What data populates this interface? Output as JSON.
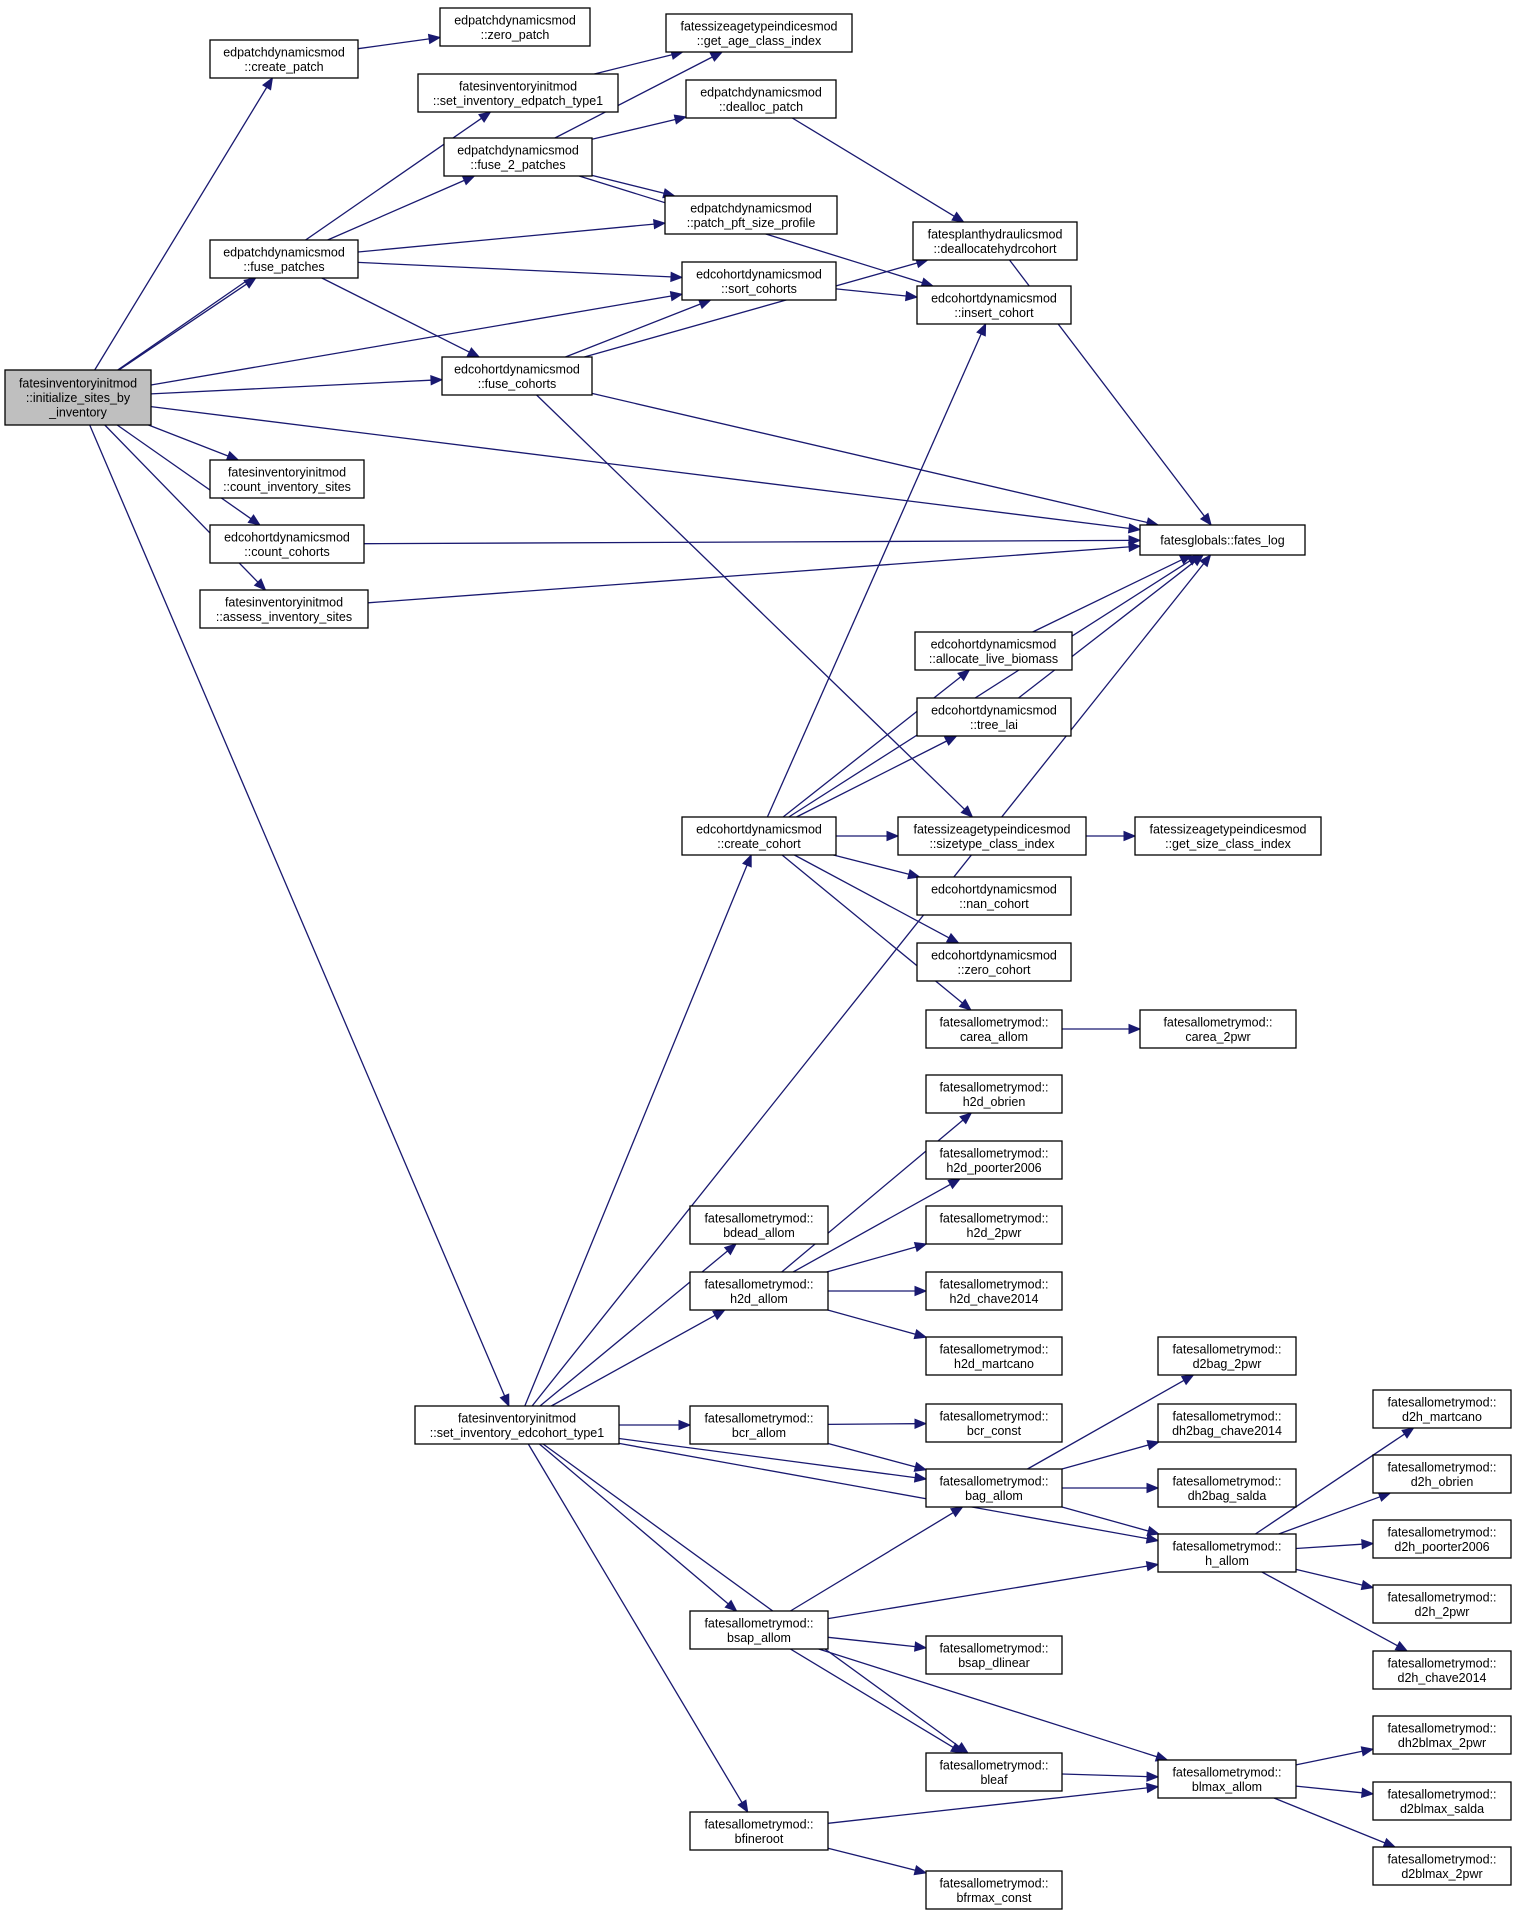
{
  "nodes": [
    {
      "id": "root",
      "lines": [
        "fatesinventoryinitmod",
        "::initialize_sites_by",
        "_inventory"
      ],
      "root": true
    },
    {
      "id": "create_patch",
      "lines": [
        "edpatchdynamicsmod",
        "::create_patch"
      ]
    },
    {
      "id": "zero_patch",
      "lines": [
        "edpatchdynamicsmod",
        "::zero_patch"
      ]
    },
    {
      "id": "set_edpatch",
      "lines": [
        "fatesinventoryinitmod",
        "::set_inventory_edpatch_type1"
      ]
    },
    {
      "id": "get_age_class",
      "lines": [
        "fatessizeagetypeindicesmod",
        "::get_age_class_index"
      ]
    },
    {
      "id": "dealloc_patch",
      "lines": [
        "edpatchdynamicsmod",
        "::dealloc_patch"
      ]
    },
    {
      "id": "fuse_2_patches",
      "lines": [
        "edpatchdynamicsmod",
        "::fuse_2_patches"
      ]
    },
    {
      "id": "patch_pft",
      "lines": [
        "edpatchdynamicsmod",
        "::patch_pft_size_profile"
      ]
    },
    {
      "id": "dealloc_hydr",
      "lines": [
        "fatesplanthydraulicsmod",
        "::deallocatehydrcohort"
      ]
    },
    {
      "id": "fuse_patches",
      "lines": [
        "edpatchdynamicsmod",
        "::fuse_patches"
      ]
    },
    {
      "id": "sort_cohorts",
      "lines": [
        "edcohortdynamicsmod",
        "::sort_cohorts"
      ]
    },
    {
      "id": "insert_cohort",
      "lines": [
        "edcohortdynamicsmod",
        "::insert_cohort"
      ]
    },
    {
      "id": "fuse_cohorts",
      "lines": [
        "edcohortdynamicsmod",
        "::fuse_cohorts"
      ]
    },
    {
      "id": "count_inv_sites",
      "lines": [
        "fatesinventoryinitmod",
        "::count_inventory_sites"
      ]
    },
    {
      "id": "count_cohorts",
      "lines": [
        "edcohortdynamicsmod",
        "::count_cohorts"
      ]
    },
    {
      "id": "fates_log",
      "lines": [
        "fatesglobals::fates_log"
      ]
    },
    {
      "id": "assess_inv",
      "lines": [
        "fatesinventoryinitmod",
        "::assess_inventory_sites"
      ]
    },
    {
      "id": "alloc_live",
      "lines": [
        "edcohortdynamicsmod",
        "::allocate_live_biomass"
      ]
    },
    {
      "id": "tree_lai",
      "lines": [
        "edcohortdynamicsmod",
        "::tree_lai"
      ]
    },
    {
      "id": "create_cohort",
      "lines": [
        "edcohortdynamicsmod",
        "::create_cohort"
      ]
    },
    {
      "id": "sizetype",
      "lines": [
        "fatessizeagetypeindicesmod",
        "::sizetype_class_index"
      ]
    },
    {
      "id": "get_size_class",
      "lines": [
        "fatessizeagetypeindicesmod",
        "::get_size_class_index"
      ]
    },
    {
      "id": "nan_cohort",
      "lines": [
        "edcohortdynamicsmod",
        "::nan_cohort"
      ]
    },
    {
      "id": "zero_cohort",
      "lines": [
        "edcohortdynamicsmod",
        "::zero_cohort"
      ]
    },
    {
      "id": "carea_allom",
      "lines": [
        "fatesallometrymod::",
        "carea_allom"
      ]
    },
    {
      "id": "carea_2pwr",
      "lines": [
        "fatesallometrymod::",
        "carea_2pwr"
      ]
    },
    {
      "id": "h2d_obrien",
      "lines": [
        "fatesallometrymod::",
        "h2d_obrien"
      ]
    },
    {
      "id": "h2d_poorter",
      "lines": [
        "fatesallometrymod::",
        "h2d_poorter2006"
      ]
    },
    {
      "id": "h2d_2pwr",
      "lines": [
        "fatesallometrymod::",
        "h2d_2pwr"
      ]
    },
    {
      "id": "bdead_allom",
      "lines": [
        "fatesallometrymod::",
        "bdead_allom"
      ]
    },
    {
      "id": "h2d_allom",
      "lines": [
        "fatesallometrymod::",
        "h2d_allom"
      ]
    },
    {
      "id": "h2d_chave",
      "lines": [
        "fatesallometrymod::",
        "h2d_chave2014"
      ]
    },
    {
      "id": "h2d_martcano",
      "lines": [
        "fatesallometrymod::",
        "h2d_martcano"
      ]
    },
    {
      "id": "d2bag_2pwr",
      "lines": [
        "fatesallometrymod::",
        "d2bag_2pwr"
      ]
    },
    {
      "id": "set_edcohort",
      "lines": [
        "fatesinventoryinitmod",
        "::set_inventory_edcohort_type1"
      ]
    },
    {
      "id": "bcr_allom",
      "lines": [
        "fatesallometrymod::",
        "bcr_allom"
      ]
    },
    {
      "id": "bcr_const",
      "lines": [
        "fatesallometrymod::",
        "bcr_const"
      ]
    },
    {
      "id": "dh2bag_chave",
      "lines": [
        "fatesallometrymod::",
        "dh2bag_chave2014"
      ]
    },
    {
      "id": "d2h_martcano",
      "lines": [
        "fatesallometrymod::",
        "d2h_martcano"
      ]
    },
    {
      "id": "bag_allom",
      "lines": [
        "fatesallometrymod::",
        "bag_allom"
      ]
    },
    {
      "id": "dh2bag_salda",
      "lines": [
        "fatesallometrymod::",
        "dh2bag_salda"
      ]
    },
    {
      "id": "d2h_obrien",
      "lines": [
        "fatesallometrymod::",
        "d2h_obrien"
      ]
    },
    {
      "id": "h_allom",
      "lines": [
        "fatesallometrymod::",
        "h_allom"
      ]
    },
    {
      "id": "d2h_poorter",
      "lines": [
        "fatesallometrymod::",
        "d2h_poorter2006"
      ]
    },
    {
      "id": "d2h_2pwr",
      "lines": [
        "fatesallometrymod::",
        "d2h_2pwr"
      ]
    },
    {
      "id": "bsap_allom",
      "lines": [
        "fatesallometrymod::",
        "bsap_allom"
      ]
    },
    {
      "id": "bsap_dlinear",
      "lines": [
        "fatesallometrymod::",
        "bsap_dlinear"
      ]
    },
    {
      "id": "d2h_chave",
      "lines": [
        "fatesallometrymod::",
        "d2h_chave2014"
      ]
    },
    {
      "id": "dh2blmax_2pwr",
      "lines": [
        "fatesallometrymod::",
        "dh2blmax_2pwr"
      ]
    },
    {
      "id": "bleaf",
      "lines": [
        "fatesallometrymod::",
        "bleaf"
      ]
    },
    {
      "id": "blmax_allom",
      "lines": [
        "fatesallometrymod::",
        "blmax_allom"
      ]
    },
    {
      "id": "d2blmax_salda",
      "lines": [
        "fatesallometrymod::",
        "d2blmax_salda"
      ]
    },
    {
      "id": "bfineroot",
      "lines": [
        "fatesallometrymod::",
        "bfineroot"
      ]
    },
    {
      "id": "d2blmax_2pwr",
      "lines": [
        "fatesallometrymod::",
        "d2blmax_2pwr"
      ]
    },
    {
      "id": "bfrmax_const",
      "lines": [
        "fatesallometrymod::",
        "bfrmax_const"
      ]
    }
  ],
  "edges": [
    [
      "root",
      "create_patch"
    ],
    [
      "root",
      "set_edpatch"
    ],
    [
      "root",
      "fuse_patches"
    ],
    [
      "root",
      "sort_cohorts"
    ],
    [
      "root",
      "fuse_cohorts"
    ],
    [
      "root",
      "fates_log"
    ],
    [
      "root",
      "count_inv_sites"
    ],
    [
      "root",
      "count_cohorts"
    ],
    [
      "root",
      "assess_inv"
    ],
    [
      "root",
      "set_edcohort"
    ],
    [
      "create_patch",
      "zero_patch"
    ],
    [
      "set_edpatch",
      "get_age_class"
    ],
    [
      "fuse_2_patches",
      "get_age_class"
    ],
    [
      "fuse_2_patches",
      "dealloc_patch"
    ],
    [
      "fuse_2_patches",
      "patch_pft"
    ],
    [
      "fuse_2_patches",
      "insert_cohort"
    ],
    [
      "dealloc_patch",
      "dealloc_hydr"
    ],
    [
      "fuse_patches",
      "fuse_2_patches"
    ],
    [
      "fuse_patches",
      "patch_pft"
    ],
    [
      "fuse_patches",
      "sort_cohorts"
    ],
    [
      "fuse_patches",
      "fuse_cohorts"
    ],
    [
      "sort_cohorts",
      "insert_cohort"
    ],
    [
      "fuse_cohorts",
      "sort_cohorts"
    ],
    [
      "fuse_cohorts",
      "dealloc_hydr"
    ],
    [
      "fuse_cohorts",
      "fates_log"
    ],
    [
      "fuse_cohorts",
      "sizetype"
    ],
    [
      "dealloc_hydr",
      "fates_log"
    ],
    [
      "count_cohorts",
      "fates_log"
    ],
    [
      "assess_inv",
      "fates_log"
    ],
    [
      "alloc_live",
      "fates_log"
    ],
    [
      "tree_lai",
      "fates_log"
    ],
    [
      "create_cohort",
      "insert_cohort"
    ],
    [
      "create_cohort",
      "alloc_live"
    ],
    [
      "create_cohort",
      "tree_lai"
    ],
    [
      "create_cohort",
      "fates_log"
    ],
    [
      "create_cohort",
      "sizetype"
    ],
    [
      "create_cohort",
      "nan_cohort"
    ],
    [
      "create_cohort",
      "zero_cohort"
    ],
    [
      "create_cohort",
      "carea_allom"
    ],
    [
      "sizetype",
      "get_size_class"
    ],
    [
      "carea_allom",
      "carea_2pwr"
    ],
    [
      "set_edcohort",
      "fates_log"
    ],
    [
      "set_edcohort",
      "create_cohort"
    ],
    [
      "set_edcohort",
      "bdead_allom"
    ],
    [
      "set_edcohort",
      "h2d_allom"
    ],
    [
      "set_edcohort",
      "bcr_allom"
    ],
    [
      "set_edcohort",
      "bag_allom"
    ],
    [
      "set_edcohort",
      "h_allom"
    ],
    [
      "set_edcohort",
      "bsap_allom"
    ],
    [
      "set_edcohort",
      "bleaf"
    ],
    [
      "set_edcohort",
      "bfineroot"
    ],
    [
      "h2d_allom",
      "h2d_obrien"
    ],
    [
      "h2d_allom",
      "h2d_poorter"
    ],
    [
      "h2d_allom",
      "h2d_2pwr"
    ],
    [
      "h2d_allom",
      "h2d_chave"
    ],
    [
      "h2d_allom",
      "h2d_martcano"
    ],
    [
      "bcr_allom",
      "bcr_const"
    ],
    [
      "bcr_allom",
      "bag_allom"
    ],
    [
      "bag_allom",
      "d2bag_2pwr"
    ],
    [
      "bag_allom",
      "dh2bag_chave"
    ],
    [
      "bag_allom",
      "dh2bag_salda"
    ],
    [
      "bag_allom",
      "h_allom"
    ],
    [
      "h_allom",
      "d2h_martcano"
    ],
    [
      "h_allom",
      "d2h_obrien"
    ],
    [
      "h_allom",
      "d2h_poorter"
    ],
    [
      "h_allom",
      "d2h_2pwr"
    ],
    [
      "h_allom",
      "d2h_chave"
    ],
    [
      "bsap_allom",
      "bag_allom"
    ],
    [
      "bsap_allom",
      "h_allom"
    ],
    [
      "bsap_allom",
      "bsap_dlinear"
    ],
    [
      "bsap_allom",
      "bleaf"
    ],
    [
      "bsap_allom",
      "blmax_allom"
    ],
    [
      "bleaf",
      "blmax_allom"
    ],
    [
      "blmax_allom",
      "dh2blmax_2pwr"
    ],
    [
      "blmax_allom",
      "d2blmax_salda"
    ],
    [
      "blmax_allom",
      "d2blmax_2pwr"
    ],
    [
      "bfineroot",
      "blmax_allom"
    ],
    [
      "bfineroot",
      "bfrmax_const"
    ]
  ],
  "colors": {
    "edge": "#191970",
    "root_fill": "#bfbfbf",
    "node_fill": "#ffffff",
    "node_stroke": "#000000"
  }
}
